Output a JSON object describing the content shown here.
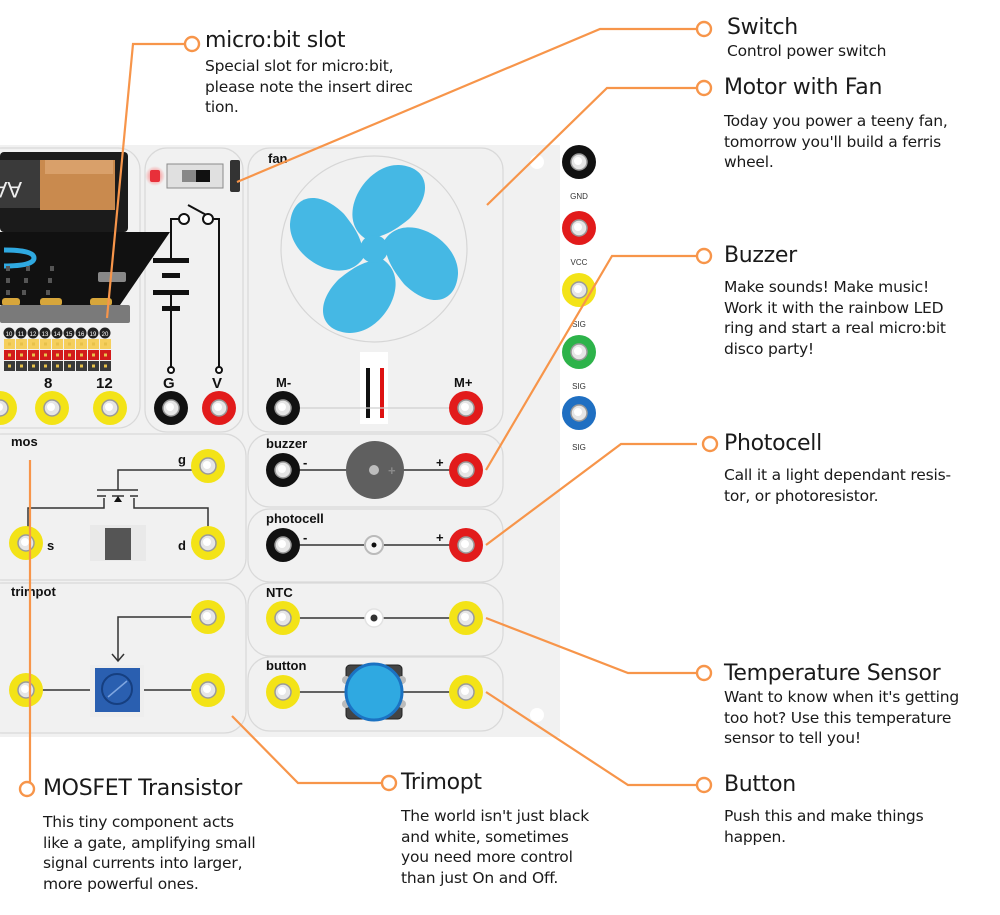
{
  "colors": {
    "leader": "#f7954a",
    "board": "#f1f1f1",
    "module_border": "#dcdcdc",
    "fan": "#45b8e4",
    "yellow": "#f3e317",
    "red": "#e21b1b",
    "black": "#111111",
    "green": "#2db34a",
    "blue": "#1f6fc2",
    "button": "#2fa9e1"
  },
  "callouts": {
    "microbit_slot": {
      "title": "micro:bit slot",
      "lines": [
        "Special slot for micro:bit,",
        "please note the insert direc",
        "tion."
      ]
    },
    "switch": {
      "title": "Switch",
      "lines": [
        "Control power switch"
      ]
    },
    "motor": {
      "title": "Motor with Fan",
      "lines": [
        "Today you power a teeny fan,",
        "tomorrow you'll build a ferris",
        "wheel."
      ]
    },
    "buzzer": {
      "title": "Buzzer",
      "lines": [
        "Make sounds! Make music!",
        "Work it with the rainbow LED",
        "ring and start a real micro:bit",
        "disco party!"
      ]
    },
    "photocell": {
      "title": "Photocell",
      "lines": [
        "Call it a light dependant resis-",
        "tor, or photoresistor."
      ]
    },
    "temperature": {
      "title": "Temperature Sensor",
      "lines": [
        "Want to know when it's getting",
        "too hot? Use this temperature",
        "sensor to tell you!"
      ]
    },
    "button": {
      "title": "Button",
      "lines": [
        "Push this and make things",
        "happen."
      ]
    },
    "mosfet": {
      "title": "MOSFET Transistor",
      "lines": [
        "This tiny component acts",
        "like a gate, amplifying small",
        "signal currents into larger,",
        "more powerful ones."
      ]
    },
    "trimpot": {
      "title": "Trimopt",
      "lines": [
        "The world isn't just black",
        "and white, sometimes",
        "you need more control",
        "than just On and Off."
      ]
    }
  },
  "board": {
    "battery_label": "AA",
    "pin_numbers": [
      "10",
      "11",
      "12",
      "13",
      "14",
      "15",
      "16",
      "19",
      "20"
    ],
    "io_labels": [
      "8",
      "12"
    ],
    "power_labels": {
      "ground": "G",
      "voltage": "V"
    },
    "modules": {
      "fan": {
        "label": "fan",
        "minus": "M-",
        "plus": "M+"
      },
      "buzzer": {
        "label": "buzzer",
        "minus": "-",
        "plus": "+"
      },
      "photocell": {
        "label": "photocell",
        "minus": "-",
        "plus": "+"
      },
      "ntc": {
        "label": "NTC"
      },
      "button": {
        "label": "button"
      },
      "mos": {
        "label": "mos",
        "gate": "g",
        "source": "s",
        "drain": "d"
      },
      "trimpot": {
        "label": "trimpot"
      }
    },
    "side_connectors": [
      "GND",
      "VCC",
      "SIG",
      "SIG",
      "SIG"
    ]
  }
}
